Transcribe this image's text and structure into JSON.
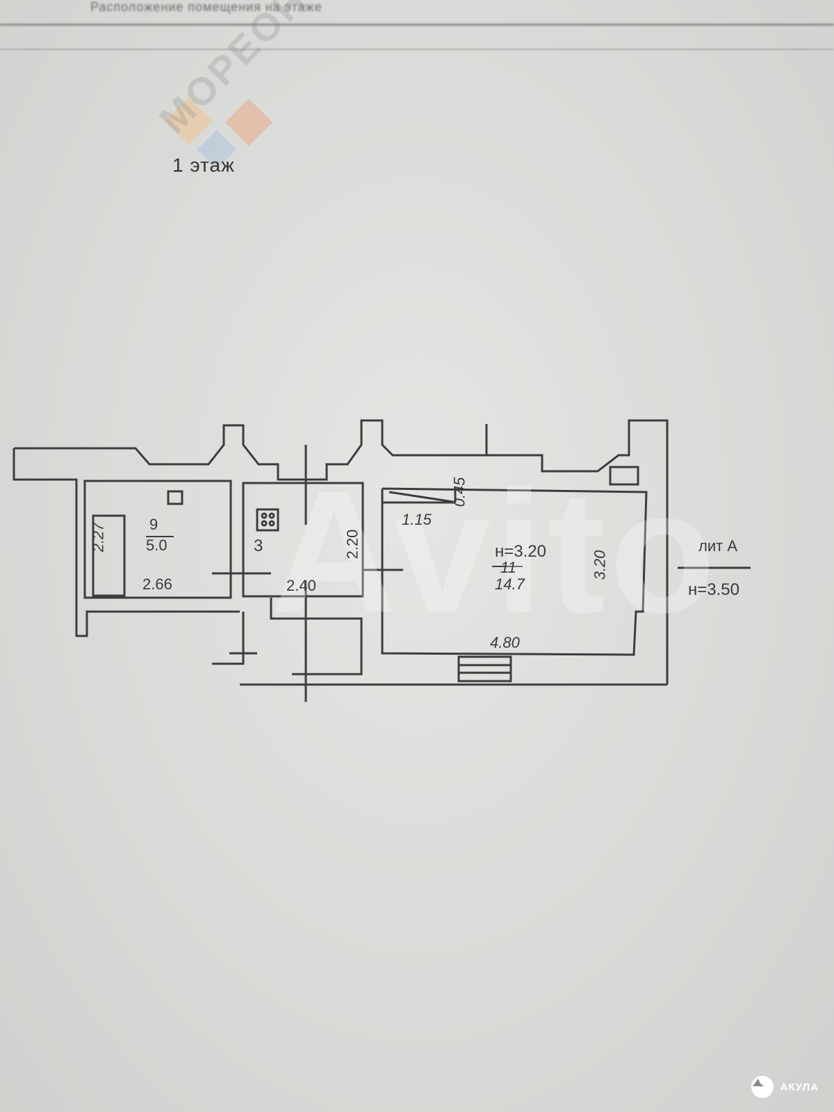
{
  "header": {
    "caption": "Расположение помещения на этаже"
  },
  "floor_label": "1 этаж",
  "watermarks": {
    "brand": "МОРЕОН",
    "avito": "Avito",
    "corner": "АКУЛА"
  },
  "rooms": [
    {
      "number": "9",
      "area": "5.0",
      "width": "2.66",
      "depth": "2.27"
    },
    {
      "number": "3",
      "width": "2.40",
      "depth": "2.20"
    },
    {
      "number": "11",
      "area": "14.7",
      "height": "н=3.20",
      "width": "4.80",
      "depth": "3.20",
      "niche_width": "1.15",
      "niche_depth": "0.45"
    }
  ],
  "building": {
    "letter": "лит А",
    "height": "н=3.50"
  }
}
